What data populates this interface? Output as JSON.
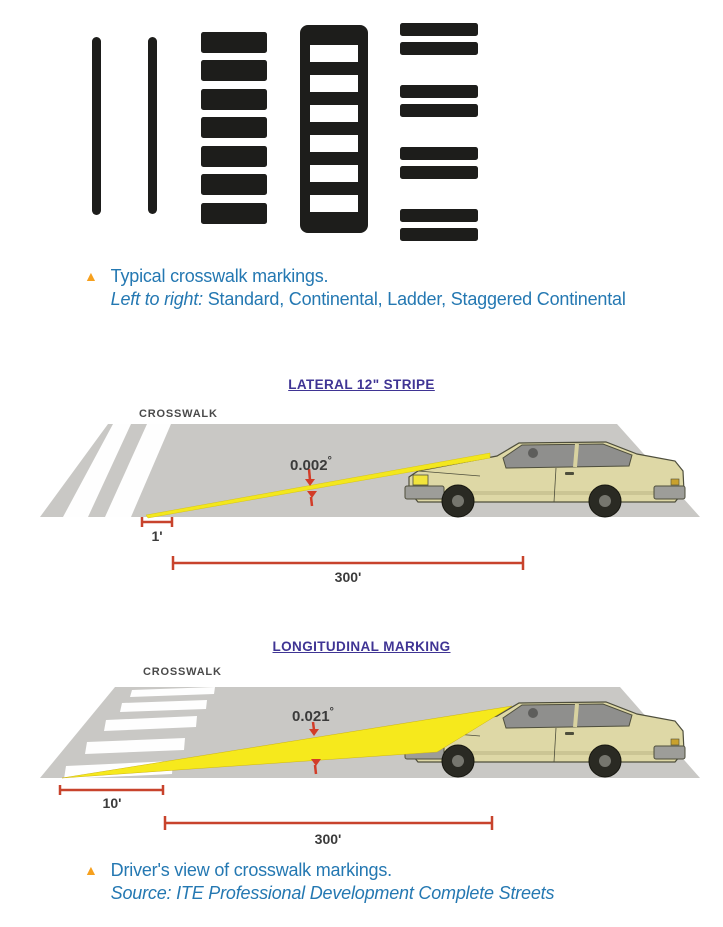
{
  "colors": {
    "caption_blue": "#2478b2",
    "marker_orange": "#f6a01e",
    "title_purple": "#3f3494",
    "road_gray": "#c9c8c5",
    "sightline_yellow": "#f3e71d",
    "dimension_red": "#c8432c",
    "marking_black": "#1d1d1b",
    "car_body": "#ded8a6"
  },
  "figure_markings": {
    "types": [
      "Standard",
      "Continental",
      "Ladder",
      "Staggered Continental"
    ],
    "caption": {
      "marker": "▲",
      "line1": "Typical crosswalk markings.",
      "line2_lead_italic": "Left to right:",
      "line2_rest": " Standard, Continental, Ladder, Staggered Continental"
    }
  },
  "diagram_lateral": {
    "title": "LATERAL 12\" STRIPE",
    "crosswalk_label": "CROSSWALK",
    "angle": {
      "value": "0.002",
      "degree_symbol": "°"
    },
    "dim_offset": "1'",
    "dim_distance": "300'"
  },
  "diagram_longitudinal": {
    "title": "LONGITUDINAL MARKING",
    "crosswalk_label": "CROSSWALK",
    "angle": {
      "value": "0.021",
      "degree_symbol": "°"
    },
    "dim_offset": "10'",
    "dim_distance": "300'"
  },
  "figure_driver_view": {
    "caption": {
      "marker": "▲",
      "line1": "Driver's view of crosswalk markings.",
      "line2_italic": "Source: ITE Professional Development Complete Streets"
    }
  }
}
